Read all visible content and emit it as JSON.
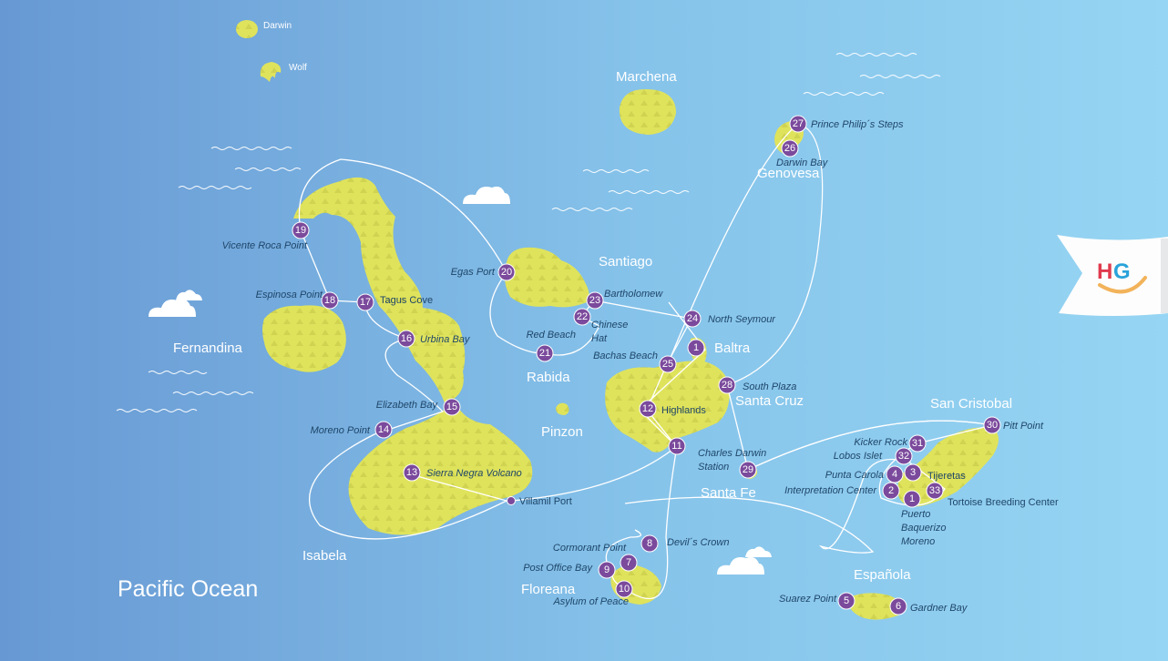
{
  "ocean_label": "Pacific Ocean",
  "islands": [
    {
      "name": "Darwin"
    },
    {
      "name": "Wolf"
    },
    {
      "name": "Marchena"
    },
    {
      "name": "Genovesa"
    },
    {
      "name": "Santiago"
    },
    {
      "name": "Fernandina"
    },
    {
      "name": "Rabida"
    },
    {
      "name": "Pinzon"
    },
    {
      "name": "Baltra"
    },
    {
      "name": "Santa Cruz"
    },
    {
      "name": "Santa Fe"
    },
    {
      "name": "San Cristobal"
    },
    {
      "name": "Isabela"
    },
    {
      "name": "Floreana"
    },
    {
      "name": "Española"
    }
  ],
  "stops": [
    {
      "num": "27",
      "label": "Prince Philip´s Steps"
    },
    {
      "num": "26",
      "label": "Darwin Bay"
    },
    {
      "num": "20",
      "label": "Egas Port"
    },
    {
      "num": "23",
      "label": "Bartholomew"
    },
    {
      "num": "22",
      "label": "Chinese",
      "label2": "Hat"
    },
    {
      "num": "21",
      "label": "Red Beach"
    },
    {
      "num": "24",
      "label": "North Seymour"
    },
    {
      "num": "1",
      "label": ""
    },
    {
      "num": "25",
      "label": "Bachas Beach"
    },
    {
      "num": "28",
      "label": "South Plaza"
    },
    {
      "num": "12",
      "label": "Highlands"
    },
    {
      "num": "11",
      "label": ""
    },
    {
      "num": "29",
      "label": "Charles Darwin",
      "label2": "Station"
    },
    {
      "num": "19",
      "label": "Vicente Roca Point"
    },
    {
      "num": "18",
      "label": "Espinosa Point"
    },
    {
      "num": "17",
      "label": "Tagus Cove"
    },
    {
      "num": "16",
      "label": "Urbina Bay"
    },
    {
      "num": "15",
      "label": "Elizabeth Bay"
    },
    {
      "num": "14",
      "label": "Moreno Point"
    },
    {
      "num": "13",
      "label": "Sierra Negra Volcano"
    },
    {
      "num": "8",
      "label": "Devil´s Crown"
    },
    {
      "num": "7",
      "label": "Cormorant Point"
    },
    {
      "num": "9",
      "label": "Post Office Bay"
    },
    {
      "num": "10",
      "label": "Asylum of Peace"
    },
    {
      "num": "5",
      "label": "Suarez Point"
    },
    {
      "num": "6",
      "label": "Gardner Bay"
    },
    {
      "num": "30",
      "label": "Pitt Point"
    },
    {
      "num": "31",
      "label": "Kicker Rock"
    },
    {
      "num": "32",
      "label": "Lobos Islet"
    },
    {
      "num": "4",
      "label": "Punta Carola"
    },
    {
      "num": "3",
      "label": "Tijeretas"
    },
    {
      "num": "2",
      "label": "Interpretation Center"
    },
    {
      "num": "33",
      "label": "Tortoise Breeding Center"
    },
    {
      "num": "1",
      "label": "Puerto",
      "label2": "Baquerizo",
      "label3": "Moreno"
    }
  ],
  "villamil_port": "Villamil Port",
  "logo": {
    "text_h": "H",
    "text_g": "G",
    "colors": {
      "h": "#e03a4e",
      "g": "#2aa3da",
      "smile": "#f2b35a"
    }
  },
  "colors": {
    "ocean_left": "#6899d4",
    "ocean_right": "#95d3f2",
    "island": "#dfe35c",
    "marker": "#7b4a9c"
  }
}
